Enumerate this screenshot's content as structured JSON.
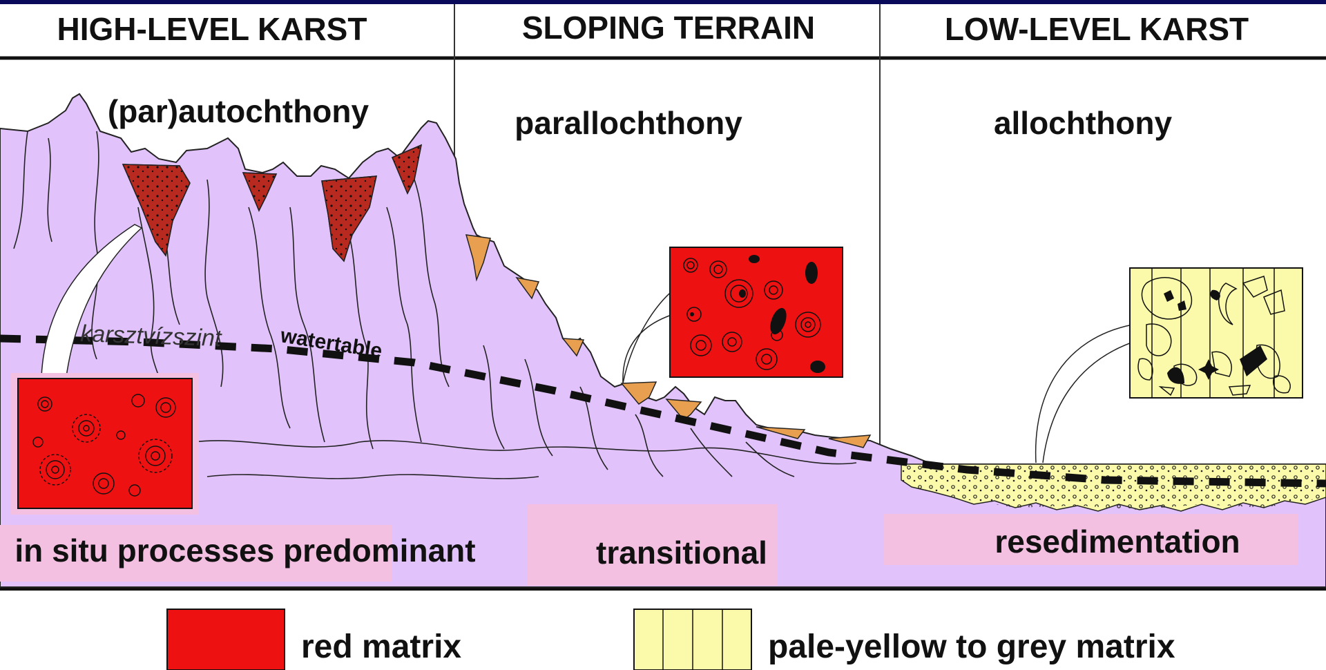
{
  "headers": {
    "high": "HIGH-LEVEL KARST",
    "sloping": "SLOPING TERRAIN",
    "low": "LOW-LEVEL KARST"
  },
  "zones": {
    "high": "(par)autochthony",
    "sloping": "parallochthony",
    "low": "allochthony"
  },
  "watertable": {
    "local": "karsztvízszint",
    "english": "watertable"
  },
  "processes": {
    "high": "in situ processes predominant",
    "sloping": "transitional",
    "low": "resedimentation"
  },
  "legend": {
    "red": "red matrix",
    "yellow": "pale-yellow to grey matrix"
  },
  "colors": {
    "rock": "#e1c2fb",
    "red_matrix": "#ee1111",
    "dark_red_fill": "#b8291f",
    "orange_fill": "#e8a050",
    "yellow_matrix": "#fafaaa",
    "pink_band": "#f4c0e2",
    "navy_border": "#0a0a5a"
  }
}
